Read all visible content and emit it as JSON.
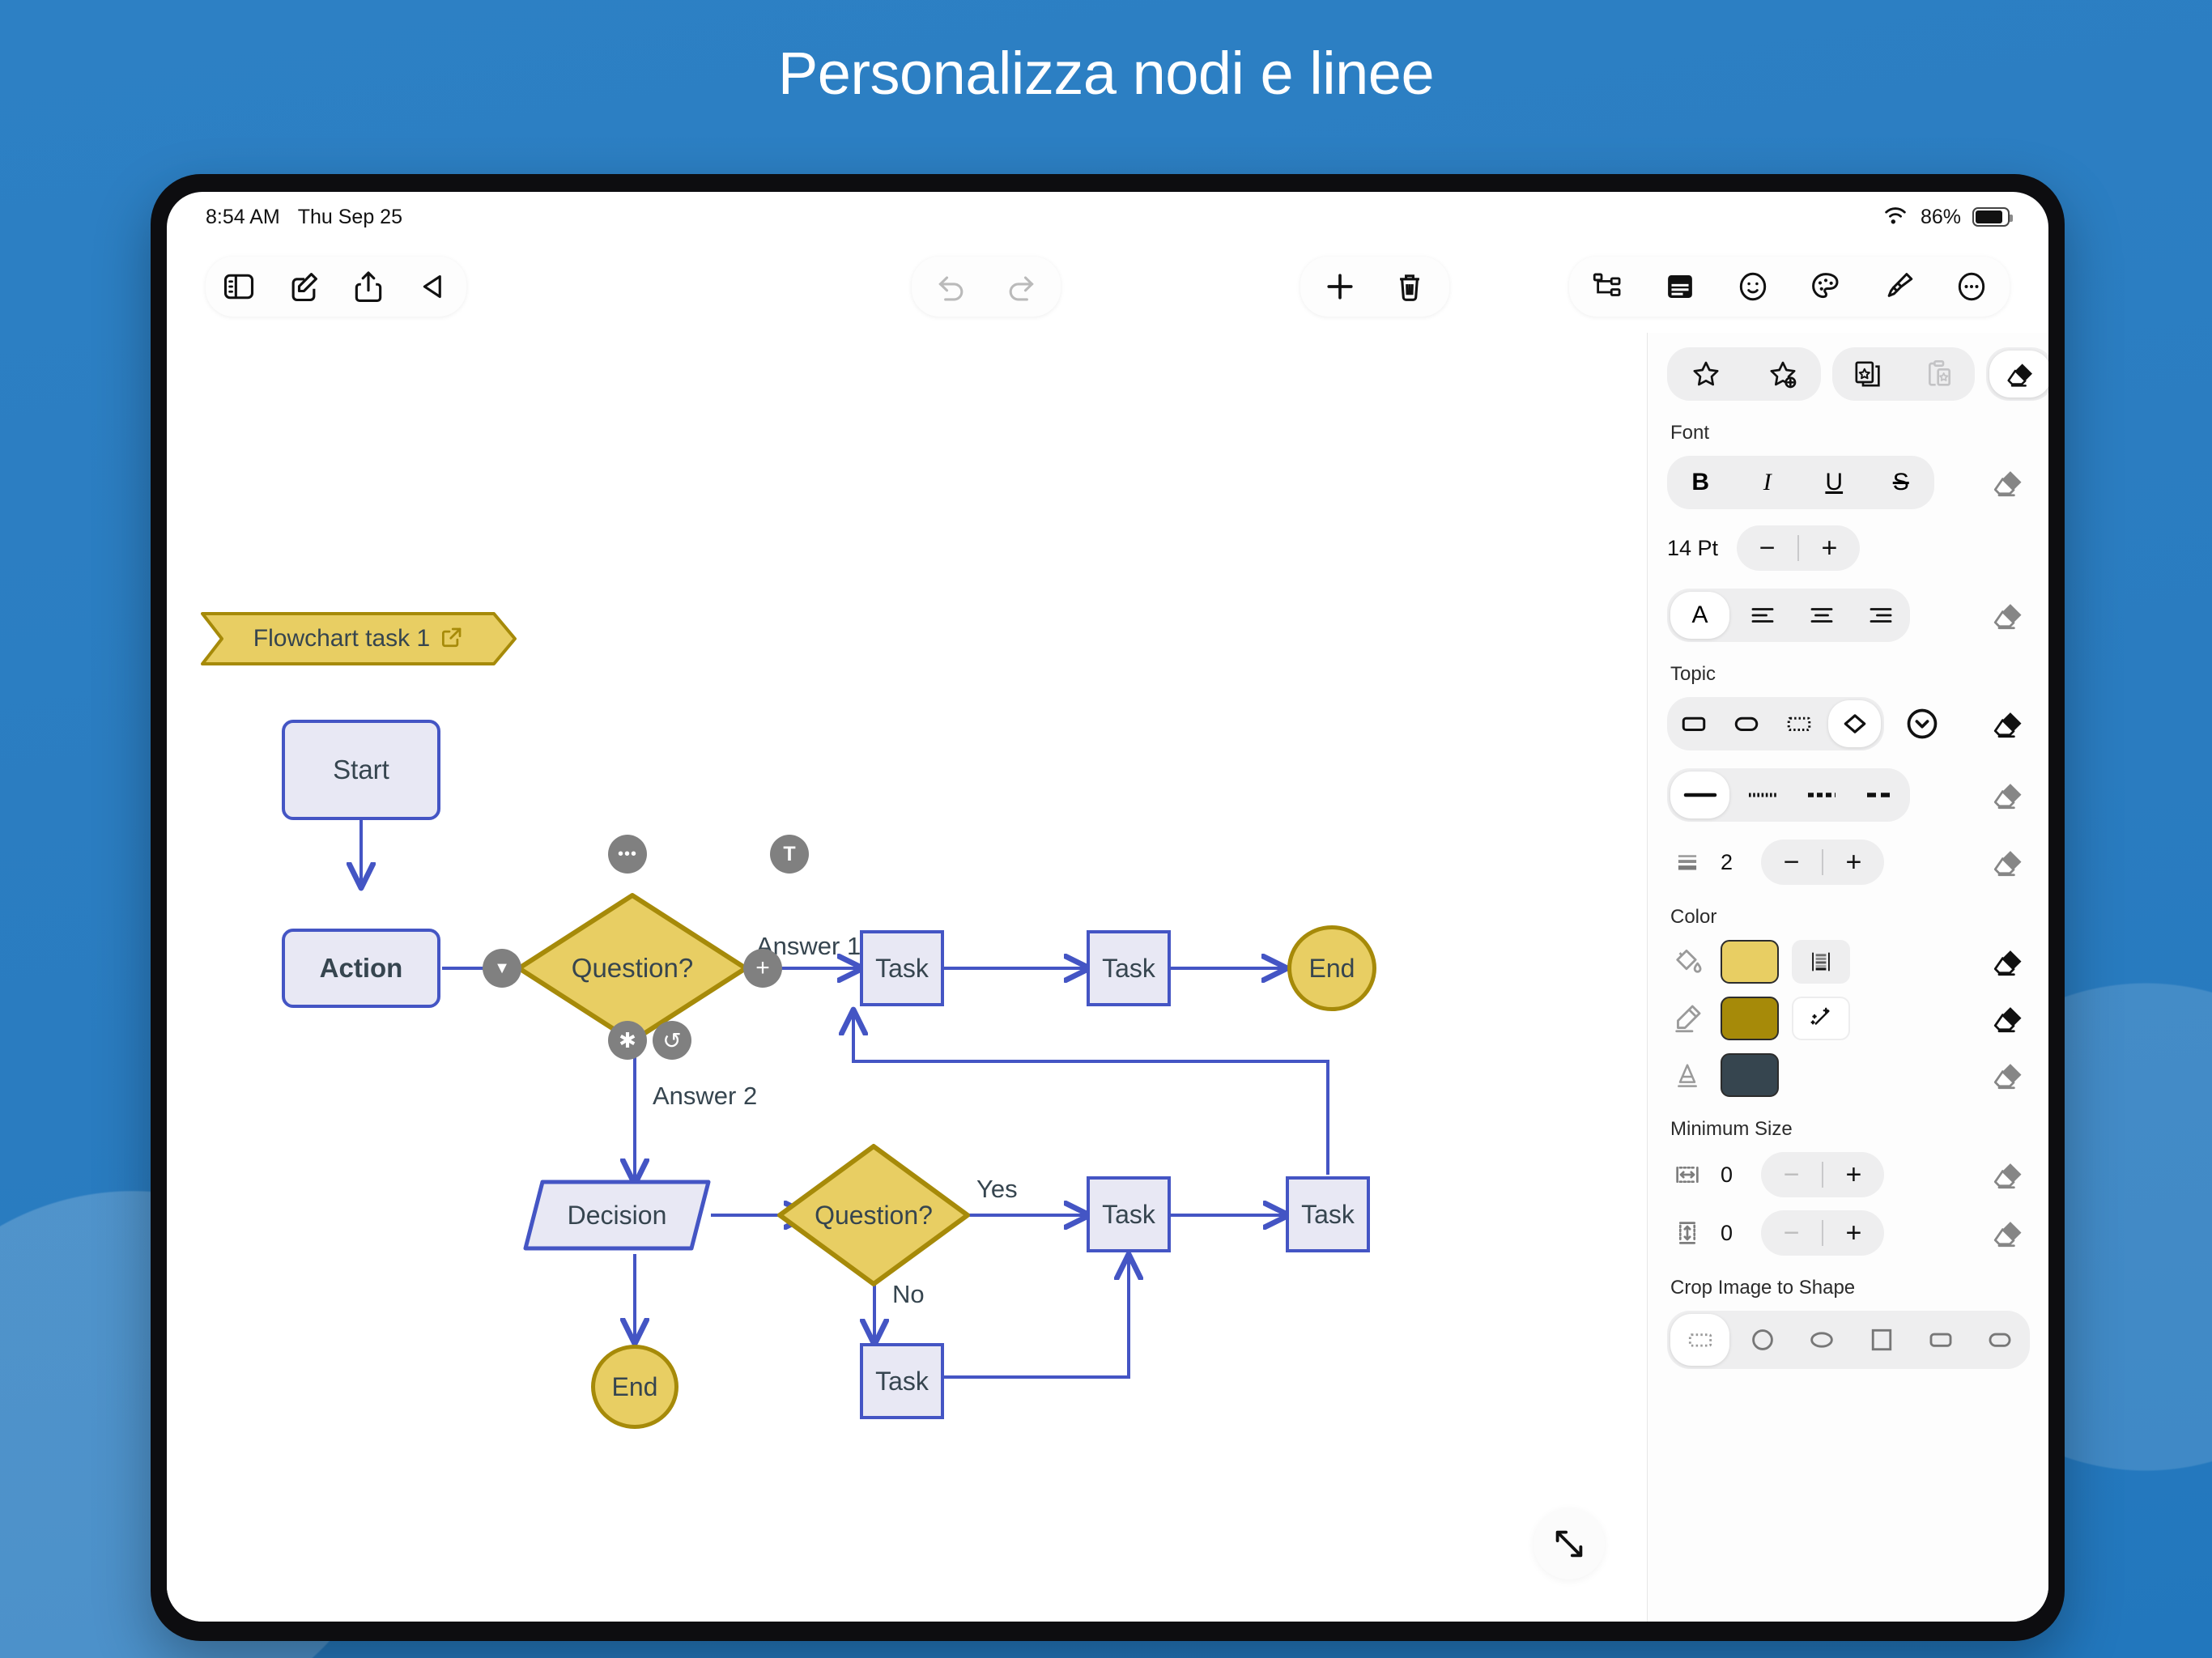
{
  "page": {
    "title": "Personalizza nodi e linee"
  },
  "statusbar": {
    "time": "8:54 AM",
    "date": "Thu Sep 25",
    "battery": "86%",
    "wifi_icon": "wifi-icon",
    "battery_icon": "battery-icon"
  },
  "toolbar": {
    "left": [
      {
        "name": "sidebar-toggle-icon",
        "label": "Sidebar"
      },
      {
        "name": "edit-icon",
        "label": "Edit"
      },
      {
        "name": "share-icon",
        "label": "Share"
      },
      {
        "name": "present-icon",
        "label": "Present"
      }
    ],
    "history": [
      {
        "name": "undo-icon",
        "label": "Undo",
        "disabled": true
      },
      {
        "name": "redo-icon",
        "label": "Redo",
        "disabled": true
      }
    ],
    "actions": [
      {
        "name": "add-icon",
        "label": "Add"
      },
      {
        "name": "delete-icon",
        "label": "Delete"
      }
    ],
    "right": [
      {
        "name": "hierarchy-icon",
        "label": "Structure"
      },
      {
        "name": "note-card-icon",
        "label": "Note"
      },
      {
        "name": "sticker-icon",
        "label": "Sticker"
      },
      {
        "name": "palette-icon",
        "label": "Theme"
      },
      {
        "name": "paintbrush-icon",
        "label": "Style"
      },
      {
        "name": "more-icon",
        "label": "More"
      }
    ]
  },
  "panel": {
    "style_actions": [
      {
        "name": "style-star-icon",
        "label": "Style"
      },
      {
        "name": "style-star-add-icon",
        "label": "Add Style"
      },
      {
        "name": "copy-style-icon",
        "label": "Copy Style"
      },
      {
        "name": "paste-style-icon",
        "label": "Paste Style",
        "disabled": true
      },
      {
        "name": "clear-style-icon",
        "label": "Clear"
      }
    ],
    "font": {
      "label": "Font",
      "styles": [
        {
          "name": "bold-button",
          "label": "B"
        },
        {
          "name": "italic-button",
          "label": "I"
        },
        {
          "name": "underline-button",
          "label": "U"
        },
        {
          "name": "strikethrough-button",
          "label": "S"
        }
      ],
      "size_value": "14 Pt",
      "minus": "−",
      "plus": "+",
      "align": [
        {
          "name": "auto-align-button",
          "label": "A",
          "selected": true
        },
        {
          "name": "align-left-button",
          "label": "align-left-icon"
        },
        {
          "name": "align-center-button",
          "label": "align-center-icon"
        },
        {
          "name": "align-right-button",
          "label": "align-right-icon"
        }
      ]
    },
    "topic": {
      "label": "Topic",
      "shapes": [
        {
          "name": "shape-rounded-rect",
          "selected": false
        },
        {
          "name": "shape-pill",
          "selected": false
        },
        {
          "name": "shape-dashed-rect",
          "selected": false
        },
        {
          "name": "shape-diamond",
          "selected": true
        }
      ],
      "more_shapes": {
        "name": "shape-more-icon",
        "label": "More shapes"
      },
      "line_styles": [
        {
          "name": "line-solid",
          "selected": true
        },
        {
          "name": "line-dotted",
          "selected": false
        },
        {
          "name": "line-dash-dot",
          "selected": false
        },
        {
          "name": "line-dashed",
          "selected": false
        }
      ],
      "border_width_value": "2"
    },
    "color": {
      "label": "Color",
      "fill": {
        "name": "fill-color",
        "icon": "paint-bucket-icon",
        "value": "#e8ce63",
        "extra": {
          "name": "gradient-button",
          "icon": "gradient-icon"
        }
      },
      "border": {
        "name": "border-color",
        "icon": "pen-icon",
        "value": "#a68a09",
        "extra": {
          "name": "auto-color-button",
          "icon": "magic-wand-icon"
        }
      },
      "text": {
        "name": "text-color",
        "icon": "text-color-icon",
        "value": "#36454f"
      }
    },
    "minimum_size": {
      "label": "Minimum Size",
      "width": {
        "name": "min-width",
        "icon": "width-icon",
        "value": "0"
      },
      "height": {
        "name": "min-height",
        "icon": "height-icon",
        "value": "0"
      }
    },
    "crop": {
      "label": "Crop Image to Shape",
      "shapes": [
        {
          "name": "crop-none",
          "selected": true
        },
        {
          "name": "crop-circle",
          "selected": false
        },
        {
          "name": "crop-ellipse",
          "selected": false
        },
        {
          "name": "crop-square",
          "selected": false
        },
        {
          "name": "crop-rounded-rect",
          "selected": false
        },
        {
          "name": "crop-pill",
          "selected": false
        }
      ]
    }
  },
  "canvas": {
    "banner": {
      "text": "Flowchart task 1",
      "icon": "external-link-icon",
      "fill": "#e8ce63",
      "stroke": "#a68a09"
    },
    "nodes": [
      {
        "id": "start",
        "label": "Start",
        "shape": "rounded-rect",
        "fill": "#e8e8f4",
        "stroke": "#4455c4",
        "bold": false
      },
      {
        "id": "action",
        "label": "Action",
        "shape": "rounded-rect",
        "fill": "#e8e8f4",
        "stroke": "#4455c4",
        "bold": true
      },
      {
        "id": "q1",
        "label": "Question?",
        "shape": "diamond",
        "fill": "#e8ce63",
        "stroke": "#a68a09",
        "bold": false,
        "selected": true
      },
      {
        "id": "task1",
        "label": "Task",
        "shape": "rect",
        "fill": "#e8e8f4",
        "stroke": "#4455c4",
        "bold": false
      },
      {
        "id": "task2",
        "label": "Task",
        "shape": "rect",
        "fill": "#e8e8f4",
        "stroke": "#4455c4",
        "bold": false
      },
      {
        "id": "end1",
        "label": "End",
        "shape": "ellipse",
        "fill": "#e8ce63",
        "stroke": "#a68a09",
        "bold": false
      },
      {
        "id": "decision",
        "label": "Decision",
        "shape": "parallelogram",
        "fill": "#e8e8f4",
        "stroke": "#4455c4",
        "bold": false
      },
      {
        "id": "q2",
        "label": "Question?",
        "shape": "diamond",
        "fill": "#e8ce63",
        "stroke": "#a68a09",
        "bold": false
      },
      {
        "id": "task3",
        "label": "Task",
        "shape": "rect",
        "fill": "#e8e8f4",
        "stroke": "#4455c4",
        "bold": false
      },
      {
        "id": "task4",
        "label": "Task",
        "shape": "rect",
        "fill": "#e8e8f4",
        "stroke": "#4455c4",
        "bold": false
      },
      {
        "id": "end2",
        "label": "End",
        "shape": "ellipse",
        "fill": "#e8ce63",
        "stroke": "#a68a09",
        "bold": false
      },
      {
        "id": "task5",
        "label": "Task",
        "shape": "rect",
        "fill": "#e8e8f4",
        "stroke": "#4455c4",
        "bold": false
      }
    ],
    "edge_labels": [
      {
        "id": "answer1",
        "text": "Answer 1"
      },
      {
        "id": "answer2",
        "text": "Answer 2"
      },
      {
        "id": "yes",
        "text": "Yes"
      },
      {
        "id": "no",
        "text": "No"
      }
    ],
    "selection_handles": [
      {
        "name": "handle-more",
        "glyph": "•••"
      },
      {
        "name": "handle-text",
        "glyph": "T"
      },
      {
        "name": "handle-collapse",
        "glyph": "▼"
      },
      {
        "name": "handle-add",
        "glyph": "+"
      },
      {
        "name": "handle-star",
        "glyph": "✱"
      },
      {
        "name": "handle-rotate",
        "glyph": "↺"
      }
    ],
    "fullscreen_icon": "expand-icon"
  }
}
